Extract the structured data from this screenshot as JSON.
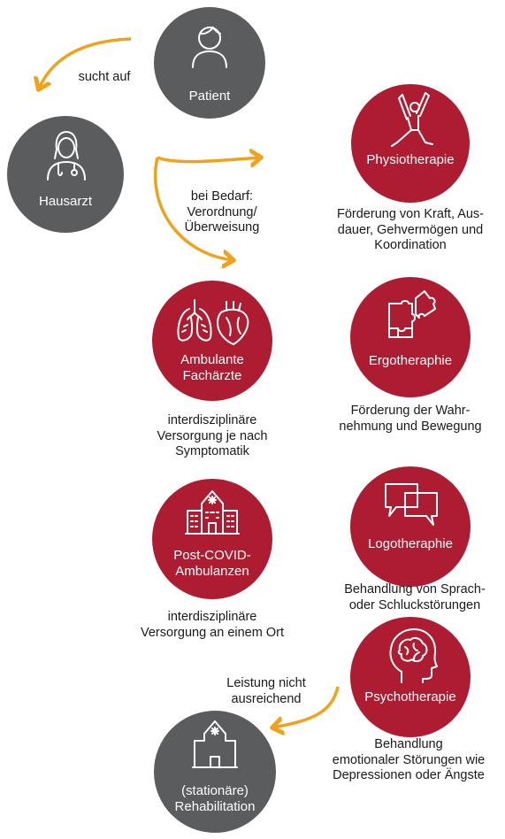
{
  "nodes": {
    "patient": {
      "label": "Patient"
    },
    "hausarzt": {
      "label": "Hausarzt"
    },
    "physiotherapie": {
      "label": "Physiotherapie",
      "description": [
        "Förderung von Kraft, Aus-",
        "dauer, Gehvermögen und",
        "Koordination"
      ]
    },
    "ergotherapie": {
      "label": "Ergotheraphie",
      "description": [
        "Förderung der Wahr-",
        "nehmung und Bewegung"
      ]
    },
    "logotherapie": {
      "label": "Logotheraphie",
      "description": [
        "Behandlung von Sprach-",
        "oder Schluckstörungen"
      ]
    },
    "psychotherapie": {
      "label": "Psychotherapie",
      "description": [
        "Behandlung",
        "emotionaler Störungen wie",
        "Depressionen oder Ängste"
      ]
    },
    "fachaerzte": {
      "label": [
        "Ambulante",
        "Fachärzte"
      ],
      "description": [
        "interdisziplinäre",
        "Versorgung je nach",
        "Symptomatik"
      ]
    },
    "post_covid": {
      "label": [
        "Post-COVID-",
        "Ambulanzen"
      ],
      "description": [
        "interdisziplinäre",
        "Versorgung an einem Ort"
      ]
    },
    "rehabilitation": {
      "label": [
        "(stationäre)",
        "Rehabilitation"
      ]
    }
  },
  "edges": {
    "sucht_auf": "sucht auf",
    "bei_bedarf": [
      "bei Bedarf:",
      "Verordnung/",
      "Überweisung"
    ],
    "leistung": [
      "Leistung nicht",
      "ausreichend"
    ]
  },
  "colors": {
    "gray": "#5b5c5e",
    "red": "#ae1c31",
    "arrow": "#f0a21b"
  },
  "icons": [
    "person-icon",
    "doctor-icon",
    "yoga-icon",
    "puzzle-icon",
    "lungs-heart-icon",
    "hospital-icon",
    "speech-bubbles-icon",
    "brain-head-icon",
    "clinic-icon"
  ]
}
